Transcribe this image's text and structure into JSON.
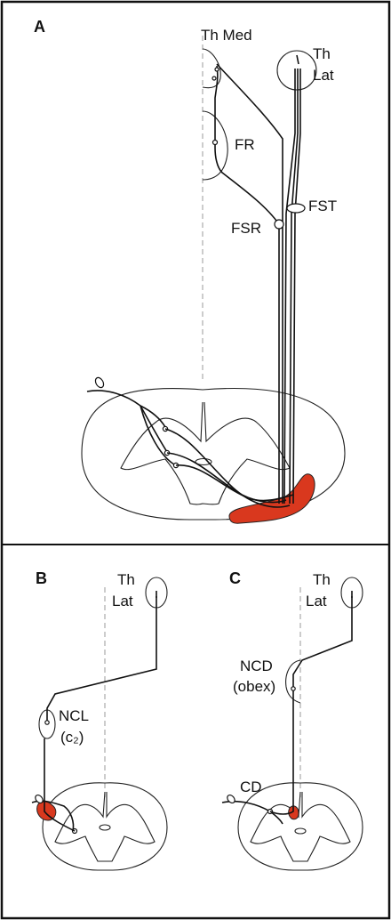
{
  "colors": {
    "lesion": "#d9381e",
    "border": "#111111",
    "background": "#ffffff"
  },
  "panel_a": {
    "letter": "A",
    "th_med": "Th Med",
    "th_lat_line1": "Th",
    "th_lat_line2": "Lat",
    "fr": "FR",
    "fst": "FST",
    "fsr": "FSR"
  },
  "panel_b": {
    "letter": "B",
    "th_line1": "Th",
    "th_line2": "Lat",
    "ncl": "NCL",
    "ncl_level": "(c₂)"
  },
  "panel_c": {
    "letter": "C",
    "th_line1": "Th",
    "th_line2": "Lat",
    "ncd": "NCD",
    "ncd_level": "(obex)",
    "cd": "CD"
  }
}
